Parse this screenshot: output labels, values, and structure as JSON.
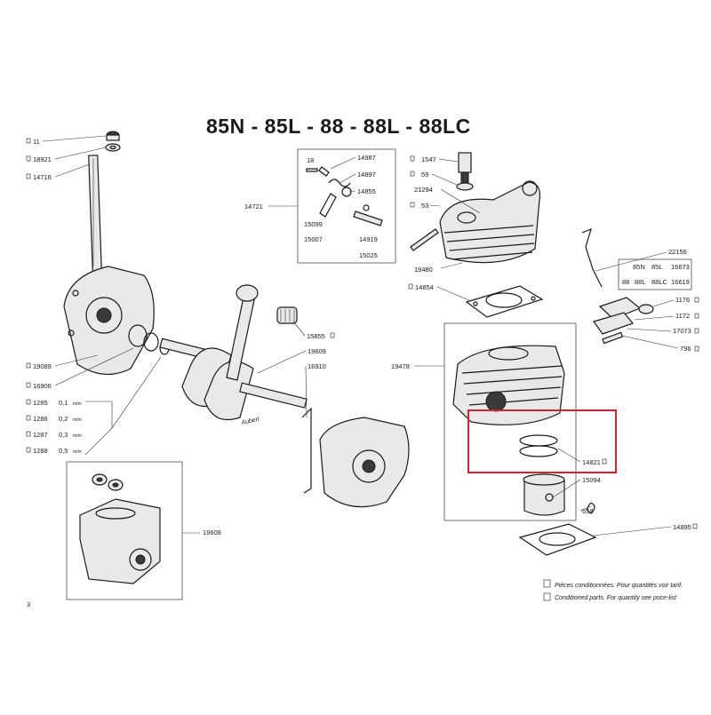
{
  "title": "85N - 85L - 88 - 88L - 88LC",
  "page_number": "3",
  "signature": "Aubert",
  "highlight_color": "#d2262e",
  "parts": {
    "p11": "11",
    "p18921": "18921",
    "p14716": "14716",
    "p14721": "14721",
    "p18": "18",
    "p14987": "14987",
    "p14897": "14897",
    "p14855": "14855",
    "p15099": "15099",
    "p15007": "15007",
    "p14919": "14919",
    "p15025": "15025",
    "p1547": "1547",
    "p59": "59",
    "p21294": "21294",
    "p53": "53",
    "p19480": "19480",
    "p14854": "14854",
    "p22156": "22156",
    "p1176": "1176",
    "p1172": "1172",
    "p17073": "17073",
    "p796": "796",
    "p15855": "15855",
    "p19609": "19609",
    "p16910": "16910",
    "p19089": "19089",
    "p16906": "16906",
    "p19478": "19478",
    "p14821": "14821",
    "p15094": "15094",
    "p658": "658",
    "p14895": "14895",
    "p19608": "19608"
  },
  "shims": [
    {
      "ref": "1285",
      "size": "0,1",
      "unit": "m/m"
    },
    {
      "ref": "1286",
      "size": "0,2",
      "unit": "m/m"
    },
    {
      "ref": "1287",
      "size": "0,3",
      "unit": "m/m"
    },
    {
      "ref": "1288",
      "size": "0,5",
      "unit": "m/m"
    }
  ],
  "model_table": {
    "row1": {
      "models_a": "85N",
      "models_b": "85L",
      "ref": "16673"
    },
    "row2": {
      "models_a": "88",
      "models_b": "88L",
      "models_c": "88LC",
      "ref": "16619"
    }
  },
  "notes": {
    "line1": "Pièces conditionnées. Pour quantités voir tarif.",
    "line2": "Conditioned parts. For quantity see price-list"
  }
}
